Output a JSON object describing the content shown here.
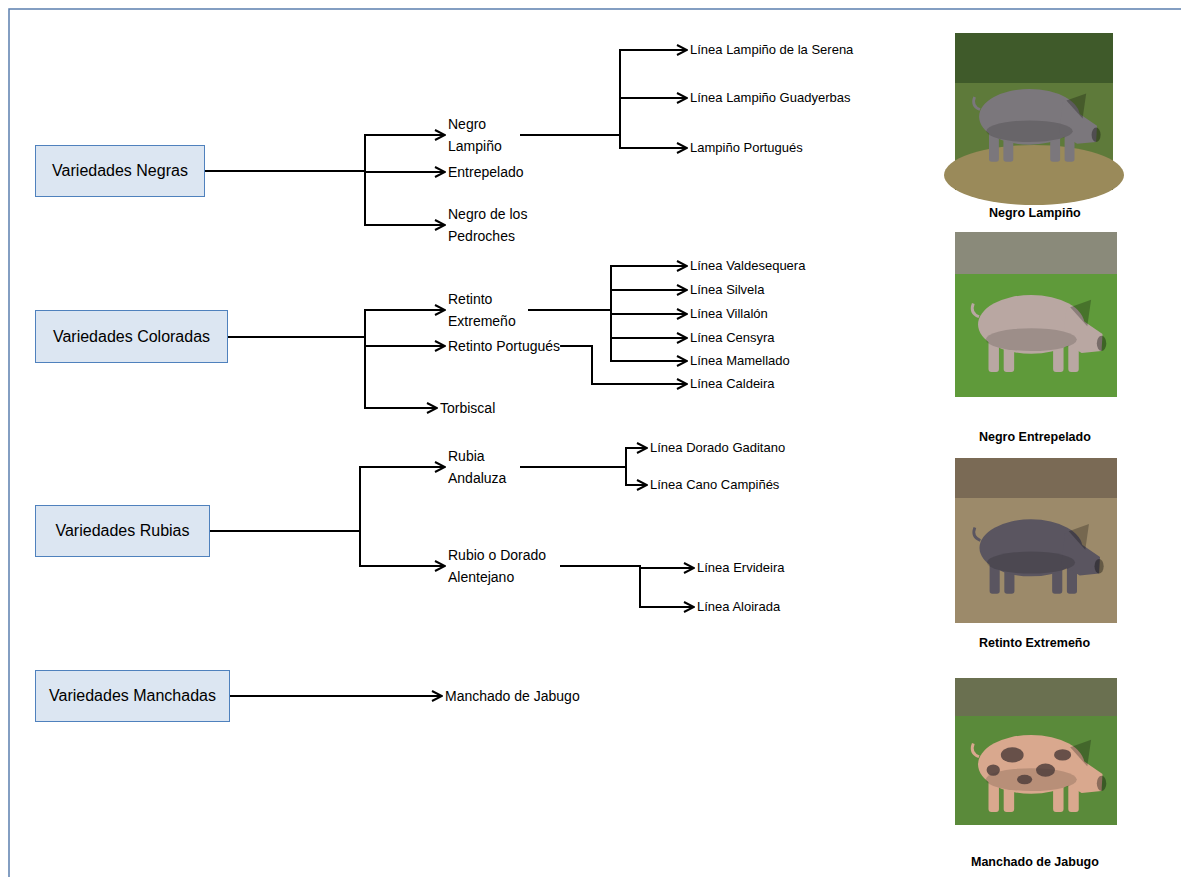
{
  "diagram": {
    "nodes": [
      {
        "text": [
          "Variedades Negras"
        ]
      },
      {
        "text": [
          "Negro Lampiño"
        ]
      },
      {
        "text": [
          "Entrepelado"
        ]
      },
      {
        "text": [
          "Negro de los Pedroches"
        ]
      },
      {
        "text": [
          "Línea Lampiño de la Serena"
        ]
      },
      {
        "text": [
          "Línea Lampiño Guadyerbas"
        ]
      },
      {
        "text": [
          "Lampiño Portugués"
        ]
      },
      {
        "text": [
          "Variedades Coloradas"
        ]
      },
      {
        "text": [
          "Retinto Extremeño"
        ]
      },
      {
        "text": [
          "Retinto Portugués"
        ]
      },
      {
        "text": [
          "Torbiscal"
        ]
      },
      {
        "text": [
          "Línea Valdesequera"
        ]
      },
      {
        "text": [
          "Línea Silvela"
        ]
      },
      {
        "text": [
          "Línea Villalón"
        ]
      },
      {
        "text": [
          "Línea Censyra"
        ]
      },
      {
        "text": [
          "Línea Mamellado"
        ]
      },
      {
        "text": [
          "Línea Caldeira"
        ]
      },
      {
        "text": [
          "Variedades Rubias"
        ]
      },
      {
        "text": [
          "Rubia Andaluza"
        ]
      },
      {
        "text": [
          "Rubio o Dorado Alentejano"
        ]
      },
      {
        "text": [
          "Línea Dorado Gaditano"
        ]
      },
      {
        "text": [
          "Línea Cano Campiñés"
        ]
      },
      {
        "text": [
          "Línea Ervideira"
        ]
      },
      {
        "text": [
          "Línea Aloirada"
        ]
      },
      {
        "text": [
          "Variedades Manchadas"
        ]
      },
      {
        "text": [
          "Manchado de Jabugo"
        ]
      }
    ],
    "edges": [
      {
        "from": 0,
        "to": 1,
        "arrow": "to"
      },
      {
        "from": 0,
        "to": 2,
        "arrow": "to"
      },
      {
        "from": 0,
        "to": 3,
        "arrow": "to"
      },
      {
        "from": 1,
        "to": 4,
        "arrow": "to"
      },
      {
        "from": 1,
        "to": 5,
        "arrow": "to"
      },
      {
        "from": 1,
        "to": 6,
        "arrow": "to"
      },
      {
        "from": 7,
        "to": 8,
        "arrow": "to"
      },
      {
        "from": 7,
        "to": 9,
        "arrow": "to"
      },
      {
        "from": 7,
        "to": 10,
        "arrow": "to"
      },
      {
        "from": 8,
        "to": 11,
        "arrow": "to"
      },
      {
        "from": 8,
        "to": 12,
        "arrow": "to"
      },
      {
        "from": 8,
        "to": 13,
        "arrow": "to"
      },
      {
        "from": 8,
        "to": 14,
        "arrow": "to"
      },
      {
        "from": 8,
        "to": 15,
        "arrow": "to"
      },
      {
        "from": 9,
        "to": 16,
        "arrow": "to"
      },
      {
        "from": 17,
        "to": 18,
        "arrow": "to"
      },
      {
        "from": 17,
        "to": 19,
        "arrow": "to"
      },
      {
        "from": 18,
        "to": 20,
        "arrow": "to"
      },
      {
        "from": 18,
        "to": 21,
        "arrow": "to"
      },
      {
        "from": 19,
        "to": 22,
        "arrow": "to"
      },
      {
        "from": 19,
        "to": 23,
        "arrow": "to"
      },
      {
        "from": 24,
        "to": 25,
        "arrow": "to"
      }
    ],
    "labels": [
      "Negro Lampiño",
      "Negro Entrepelado",
      "Retinto Extremeño",
      "Manchado de Jabugo"
    ]
  }
}
